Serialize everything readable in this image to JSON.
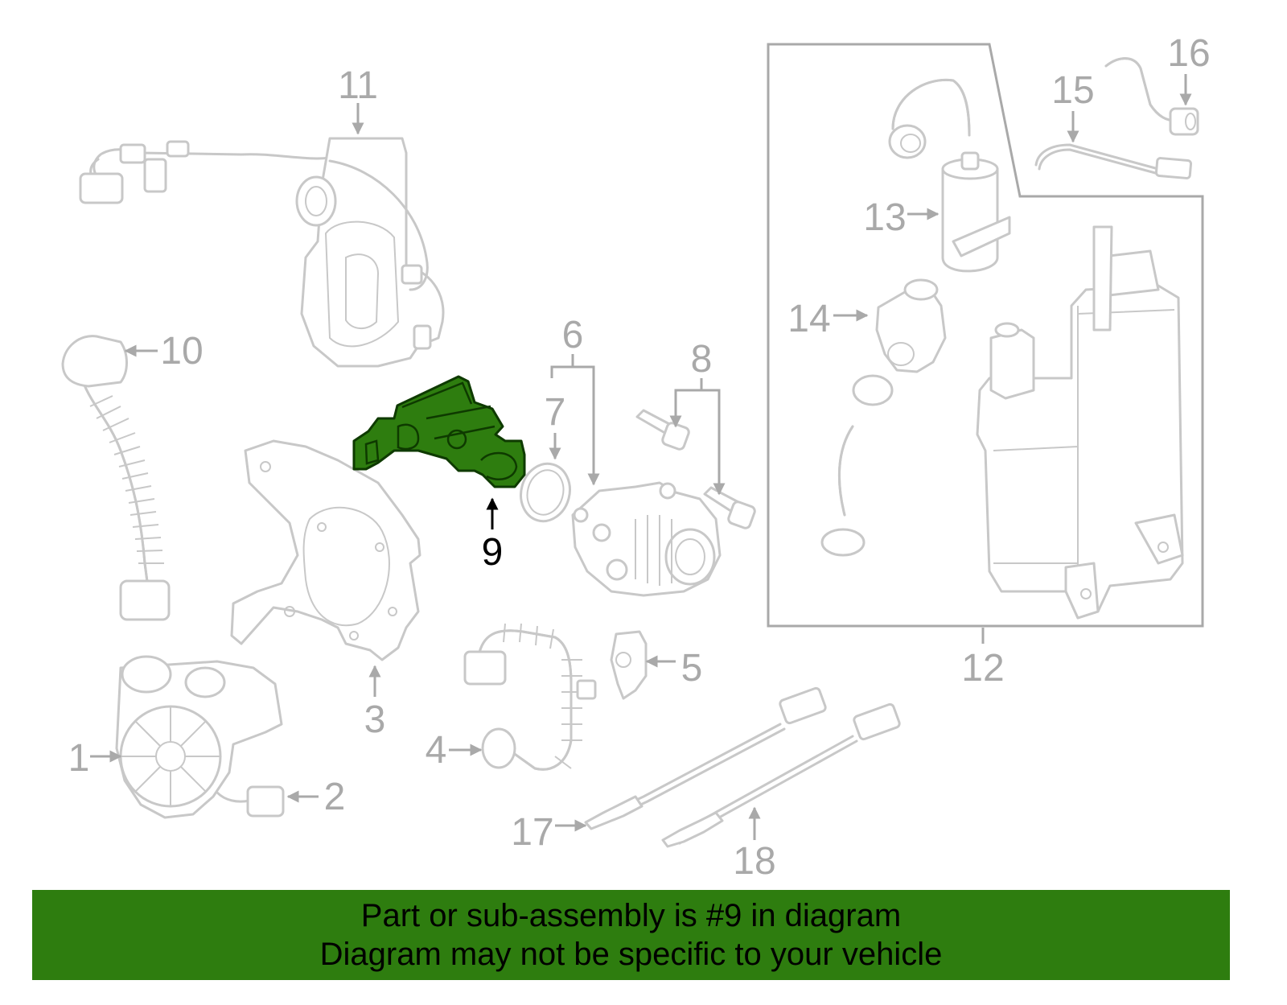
{
  "callouts": {
    "c1": "1",
    "c2": "2",
    "c3": "3",
    "c4": "4",
    "c5": "5",
    "c6": "6",
    "c7": "7",
    "c8": "8",
    "c9": "9",
    "c10": "10",
    "c11": "11",
    "c12": "12",
    "c13": "13",
    "c14": "14",
    "c15": "15",
    "c16": "16",
    "c17": "17",
    "c18": "18"
  },
  "highlighted_part": "9",
  "colors": {
    "highlight": "#2e7d0f",
    "line_art": "#c8c8c8",
    "label": "#a9a9a9",
    "banner": "#2e7d0f"
  },
  "banner": {
    "line1": "Part or sub-assembly is #9 in diagram",
    "line2": "Diagram may not be specific to your vehicle"
  }
}
